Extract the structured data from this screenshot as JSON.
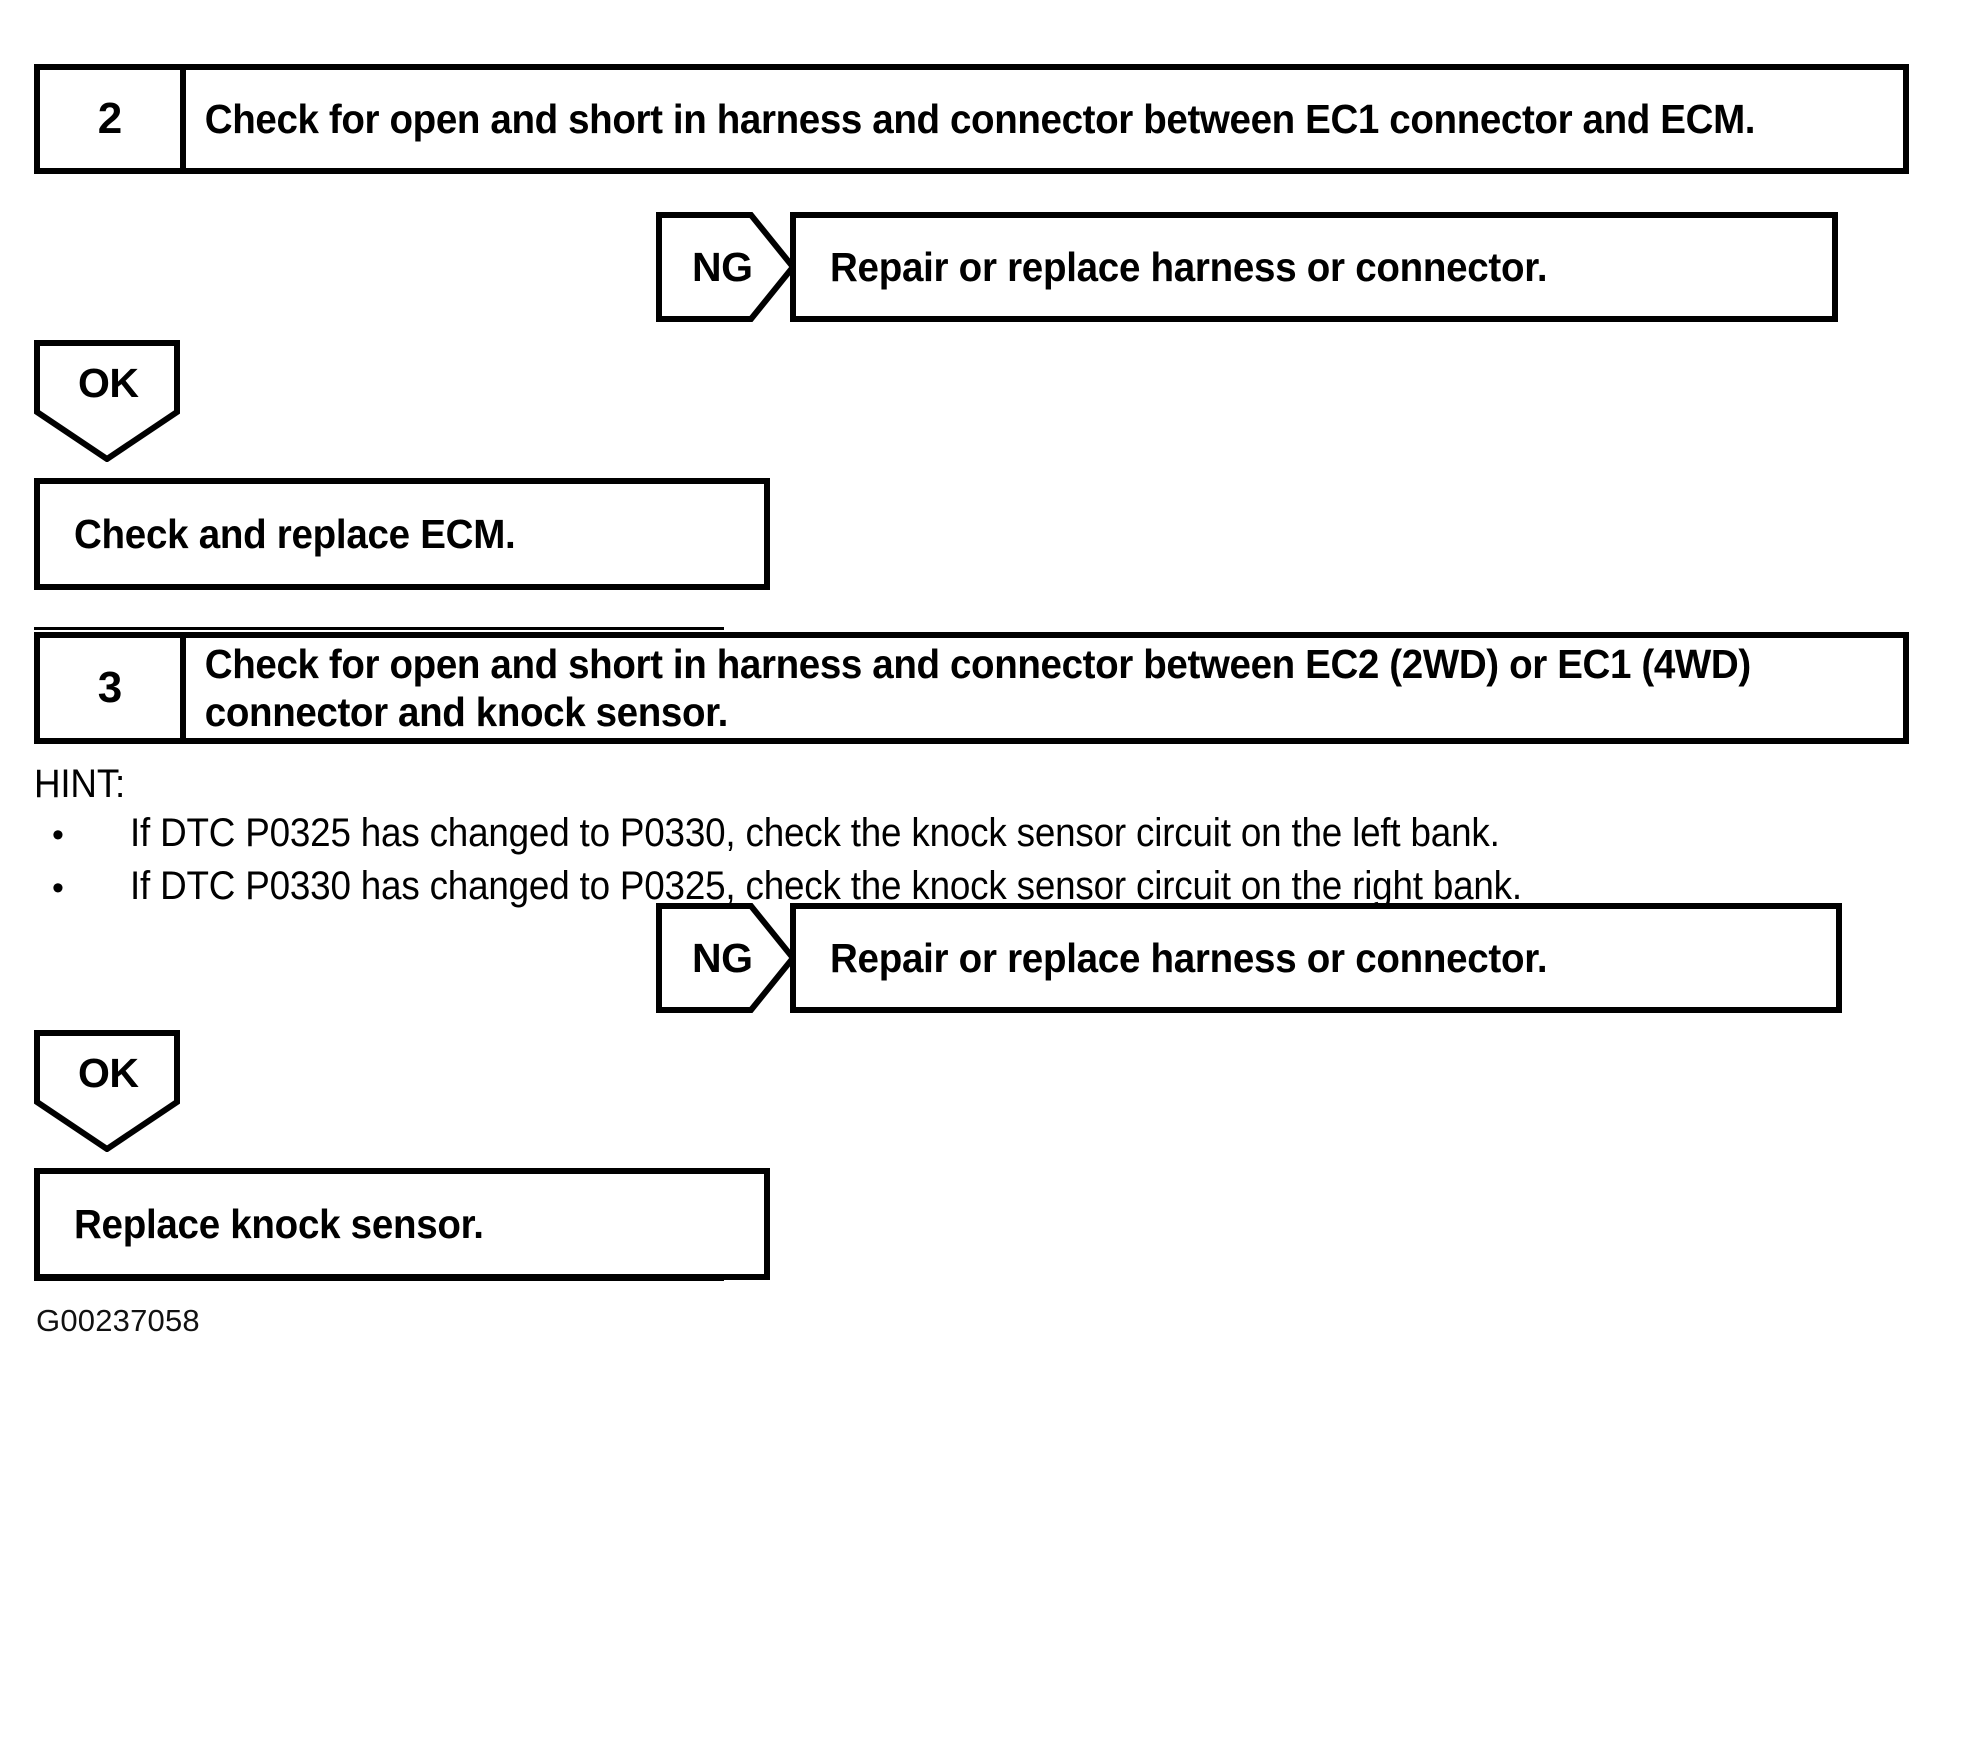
{
  "document": {
    "type": "diagnostic-flowchart",
    "footer_code": "G00237058",
    "line_color": "#000000",
    "background_color": "#ffffff"
  },
  "steps": [
    {
      "number": "2",
      "instruction": "Check for open and short in harness and connector between EC1 connector and ECM."
    },
    {
      "number": "3",
      "instruction": "Check for open and short in harness and connector between EC2 (2WD) or EC1 (4WD) connector and knock sensor."
    }
  ],
  "branches": {
    "ng_1": {
      "label": "NG",
      "result": "Repair or replace harness or connector."
    },
    "ok_1": {
      "label": "OK",
      "result": "Check and replace ECM."
    },
    "ng_2": {
      "label": "NG",
      "result": "Repair or replace harness or connector."
    },
    "ok_2": {
      "label": "OK",
      "result": "Replace knock sensor."
    }
  },
  "hint": {
    "title": "HINT:",
    "bullet": "•",
    "items": [
      "If DTC P0325 has changed to P0330, check the knock sensor circuit on the left bank.",
      "If DTC P0330 has changed to P0325, check the knock sensor circuit on the right bank."
    ]
  }
}
